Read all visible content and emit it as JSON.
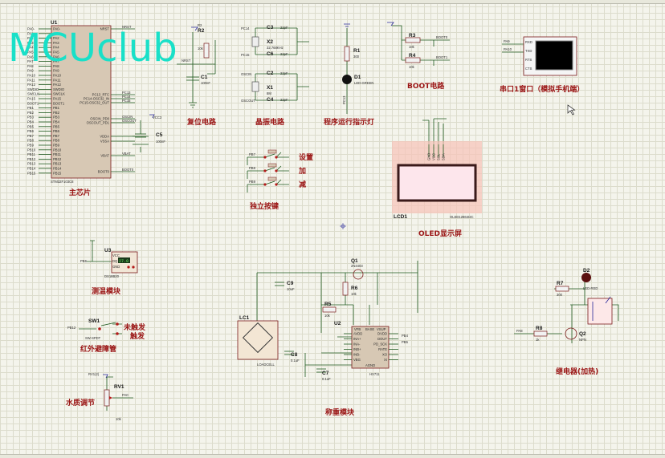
{
  "watermark": "MCUclub",
  "mcu": {
    "ref": "U1",
    "part": "STM32F103C8",
    "title": "主芯片",
    "left_pins": [
      "PA0-",
      "PA1",
      "PA2",
      "PA3",
      "PA4",
      "PA5",
      "PA6",
      "PA7",
      "PA8",
      "PA9",
      "PA10",
      "PA11",
      "PA12",
      "SWDIO",
      "SWCLK",
      "PA15",
      "BOOT1",
      "PB1",
      "PB2",
      "PB3",
      "PB4",
      "PB5",
      "PB6",
      "PB7",
      "PB8",
      "PB9",
      "PB10",
      "PB11",
      "PB12",
      "PB13",
      "PB14",
      "PB15"
    ],
    "right_pins": [
      "NRST",
      "PC13_RTC",
      "PC14-OSC32_IN",
      "PC15-OSC32_OUT",
      "OSCIN_PD0",
      "OSCOUT_PD1",
      "VDDA",
      "VSSA",
      "VBAT",
      "BOOT0"
    ],
    "right_nets": [
      "NRST",
      "PC13",
      "PC14",
      "PC15",
      "OSCIN",
      "OSCOUT",
      "",
      "",
      "VBAT",
      "BOOT0"
    ]
  },
  "decap": {
    "ref": "C5",
    "value": "100nF"
  },
  "reset": {
    "title": "复位电路",
    "cap_ref": "C1",
    "cap_value": "100nF",
    "res_ref": "R2",
    "res_value": "10k",
    "net": "NRST"
  },
  "crystal": {
    "title": "晶振电路",
    "c3": "C3",
    "c3v": "22pF",
    "x2": "X2",
    "x2v": "32.768KHz",
    "c6": "C6",
    "c6v": "22pF",
    "x1": "X1",
    "x1v": "8M",
    "c2": "C2",
    "c2v": "22pF",
    "c4": "C4",
    "c4v": "22pF",
    "nets": [
      "PC14",
      "PC15",
      "OSCIN",
      "OSCOUT"
    ]
  },
  "led_run": {
    "title": "程序运行指示灯",
    "r_ref": "R1",
    "r_value": "300",
    "d_ref": "D1",
    "d_part": "LED-GREEN",
    "net": "PC13"
  },
  "boot": {
    "title": "BOOT电路",
    "r3": "R3",
    "r3v": "10k",
    "r4": "R4",
    "r4v": "10k",
    "nets": [
      "BOOT0",
      "BOOT1"
    ]
  },
  "uart": {
    "title": "串口1窗口（模拟手机端）",
    "pins": [
      "RXD",
      "TXD",
      "RTS",
      "CTS"
    ],
    "nets": [
      "PA9",
      "PA10"
    ]
  },
  "keys": {
    "title": "独立按键",
    "nets": [
      "PB7",
      "PB8",
      "PB9"
    ],
    "labels": [
      "设置",
      "加",
      "减"
    ]
  },
  "oled": {
    "ref": "LCD1",
    "part": "OLED12864I2C",
    "title": "OLED显示屏",
    "pins": [
      "GND",
      "VCC",
      "SCL",
      "SDA"
    ]
  },
  "temp": {
    "ref": "U3",
    "part": "DS18B20",
    "title": "测温模块",
    "net": "PB6",
    "pins": [
      "VCC",
      "DQ",
      "GND"
    ],
    "reading": "27.0"
  },
  "ir": {
    "ref": "SW1",
    "part": "SW-SPDT",
    "net": "PB12",
    "state_a": "未触发",
    "state_b": "触发",
    "title": "红外避障管"
  },
  "water": {
    "ref": "RV1",
    "value": "10k",
    "net": "PA0",
    "title": "水质调节"
  },
  "weigh": {
    "title": "称重模块",
    "lc": "LC1",
    "lc_part": "LOADCELL",
    "u2": "U2",
    "u2_part": "HX711",
    "q1": "Q1",
    "q1_part": "2N4403",
    "c9": "C9",
    "c9v": "10uF",
    "r6": "R6",
    "r6v": "10k",
    "r5": "R5",
    "r5v": "10k",
    "c8": "C8",
    "c8v": "0.1uF",
    "c7": "C7",
    "c7v": "0.1uF",
    "u2_left": [
      "AVDD",
      "INA+",
      "INA-",
      "INB+",
      "INB-",
      "VBG"
    ],
    "u2_top": [
      "VFB",
      "BASE",
      "VSUP"
    ],
    "u2_right": [
      "DVDD",
      "DOUT",
      "PD_SCK",
      "RATE",
      "XO",
      "XI"
    ],
    "u2_bottom": "AGND",
    "nets": [
      "PB4",
      "PB5"
    ]
  },
  "relay": {
    "title": "继电器(加热)",
    "r7": "R7",
    "r7v": "300",
    "d2": "D2",
    "d2_part": "LED-RED",
    "r8": "R8",
    "r8v": "1k",
    "q2": "Q2",
    "q2_part": "NPN",
    "net": "PA8"
  }
}
